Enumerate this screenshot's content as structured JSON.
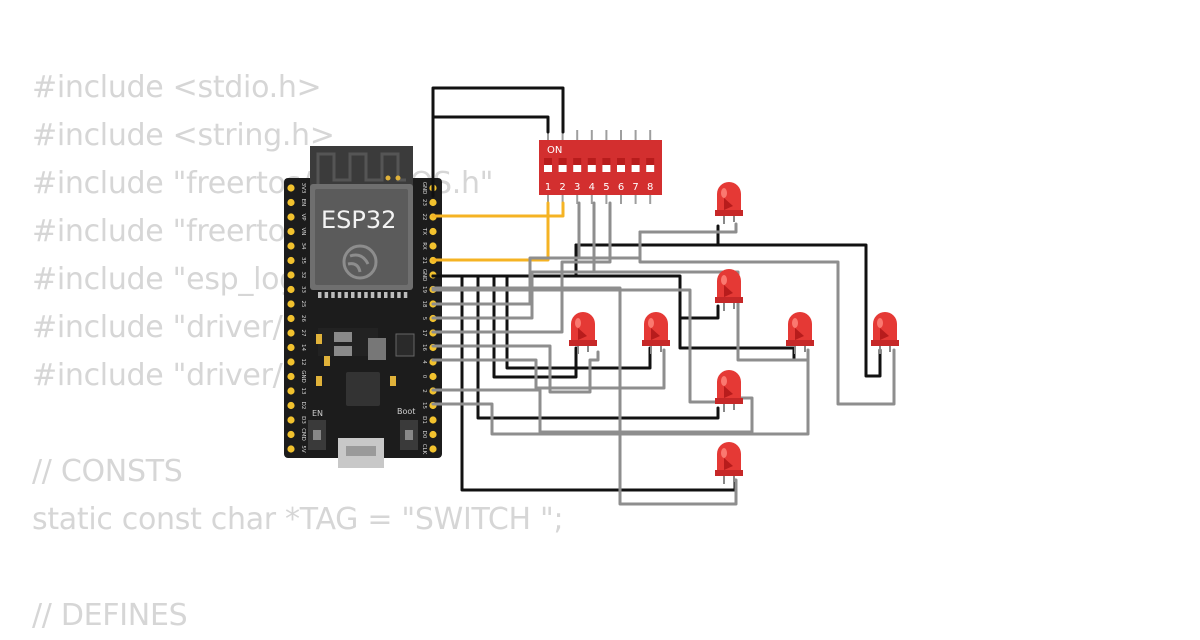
{
  "code_lines": [
    "#include <stdio.h>",
    "#include <string.h>",
    "#include \"freertos/FreeRTOS.h\"",
    "#include \"freertos/task.h\"",
    "#include \"esp_log.h\"",
    "#include \"driver/gpio.h\"",
    "#include \"driver/adc.h\"",
    "",
    "// CONSTS",
    "static const char *TAG = \"SWITCH \";",
    "",
    "// DEFINES"
  ],
  "esp32": {
    "label": "ESP32",
    "en_label": "EN",
    "boot_label": "Boot",
    "left_pins": [
      "3V3",
      "EN",
      "VP",
      "VN",
      "34",
      "35",
      "32",
      "33",
      "25",
      "26",
      "27",
      "14",
      "12",
      "GND",
      "13",
      "D2",
      "D3",
      "CMD",
      "5V"
    ],
    "right_pins": [
      "GND",
      "23",
      "22",
      "TX",
      "RX",
      "21",
      "GND",
      "19",
      "18",
      "5",
      "17",
      "16",
      "4",
      "0",
      "2",
      "15",
      "D1",
      "D0",
      "CLK"
    ]
  },
  "dip_switch": {
    "on_label": "ON",
    "numbers": [
      "1",
      "2",
      "3",
      "4",
      "5",
      "6",
      "7",
      "8"
    ]
  },
  "colors": {
    "code_text": "#d6d6d6",
    "board": "#1c1c1c",
    "pin_gold": "#f2c22e",
    "dip_red": "#d32f2f",
    "led_red": "#e53935",
    "wire_black": "#111111",
    "wire_gray": "#8e8e8e",
    "wire_yellow": "#f5b323"
  },
  "leds_count": 8
}
